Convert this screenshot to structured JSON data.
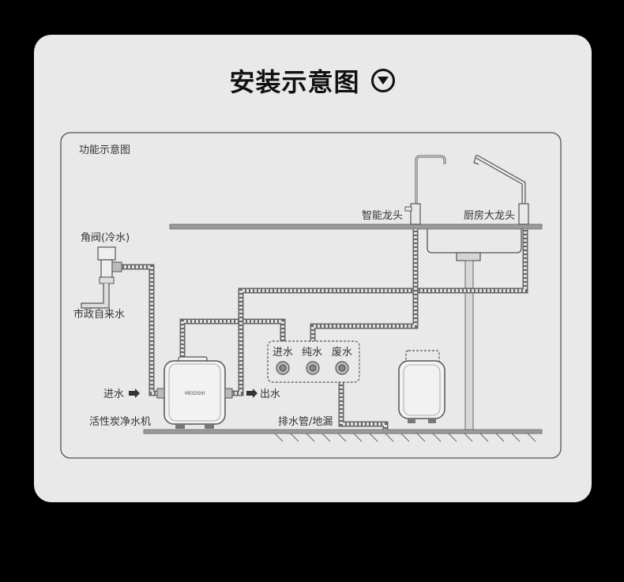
{
  "title": "安装示意图",
  "icon": "chevron-down-circle-icon",
  "panel_label": "功能示意图",
  "labels": {
    "angle_valve": "角阀(冷水)",
    "city_water": "市政自来水",
    "water_in_left": "进水",
    "water_out": "出水",
    "carbon_purifier": "活性炭净水机",
    "smart_faucet": "智能龙头",
    "kitchen_faucet": "厨房大龙头",
    "port_in": "进水",
    "port_pure": "纯水",
    "port_waste": "废水",
    "drain": "排水管/地漏"
  },
  "brand": "MEIDSHI",
  "colors": {
    "background": "#000000",
    "card": "#e9e9e9",
    "line": "#555555"
  }
}
